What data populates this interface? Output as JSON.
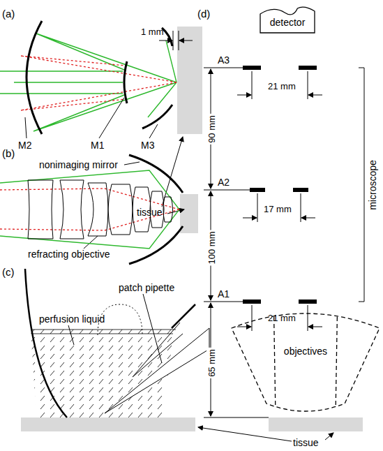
{
  "diagram": {
    "nodes": [
      {
        "text": [
          "detector"
        ]
      },
      {
        "text": [
          "objectives"
        ]
      }
    ],
    "labels": [
      "(a)",
      "1 mm",
      "M2",
      "M1",
      "M3",
      "tissue",
      "(b)",
      "nonimaging mirror",
      "refracting objective",
      "(c)",
      "perfusion liquid",
      "patch pipette",
      "tissue",
      "(d)",
      "A3",
      "21 mm",
      "90 mm",
      "A2",
      "17 mm",
      "100 mm",
      "21 mm",
      "A1",
      "65 mm",
      "microscope"
    ]
  }
}
